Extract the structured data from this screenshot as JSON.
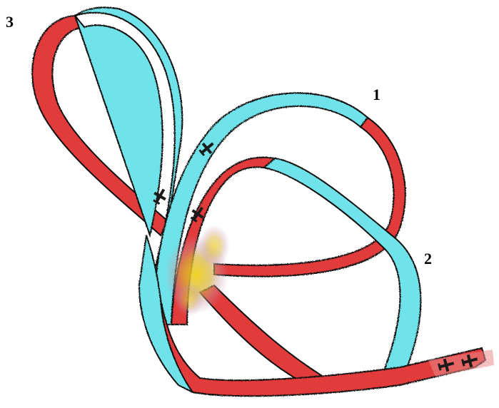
{
  "labels": {
    "one": "1",
    "two": "2",
    "three": "3"
  },
  "colors": {
    "ribbon_face_a": "#e23a3a",
    "ribbon_face_b": "#6fe3ea",
    "outline": "#111111",
    "smoke": "#d9c23a",
    "plane": "#1a1a1a"
  },
  "planes": [
    "plane",
    "plane",
    "plane",
    "plane",
    "plane"
  ]
}
